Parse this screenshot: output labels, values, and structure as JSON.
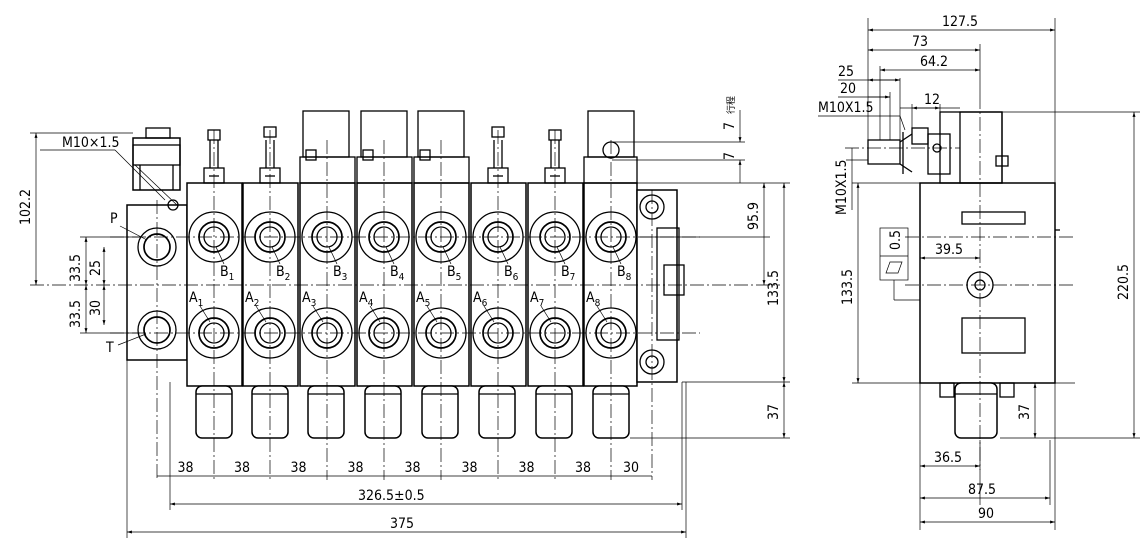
{
  "front_view": {
    "thread_label": "M10×1.5",
    "port_p": "P",
    "port_t": "T",
    "b_ports": [
      {
        "letter": "B",
        "sub": "1"
      },
      {
        "letter": "B",
        "sub": "2"
      },
      {
        "letter": "B",
        "sub": "3"
      },
      {
        "letter": "B",
        "sub": "4"
      },
      {
        "letter": "B",
        "sub": "5"
      },
      {
        "letter": "B",
        "sub": "6"
      },
      {
        "letter": "B",
        "sub": "7"
      },
      {
        "letter": "B",
        "sub": "8"
      }
    ],
    "a_ports": [
      {
        "letter": "A",
        "sub": "1"
      },
      {
        "letter": "A",
        "sub": "2"
      },
      {
        "letter": "A",
        "sub": "3"
      },
      {
        "letter": "A",
        "sub": "4"
      },
      {
        "letter": "A",
        "sub": "5"
      },
      {
        "letter": "A",
        "sub": "6"
      },
      {
        "letter": "A",
        "sub": "7"
      },
      {
        "letter": "A",
        "sub": "8"
      }
    ],
    "dimensions": {
      "left_height": "102.2",
      "p_offset": "33.5",
      "p_inner": "25",
      "t_offset": "33.5",
      "t_inner": "30",
      "stroke_top": "7",
      "stroke_top_note": "行程",
      "stroke_bottom": "7",
      "b_to_center": "95.9",
      "height_total": "133.5",
      "bottom_ext": "37",
      "pitches": [
        "38",
        "38",
        "38",
        "38",
        "38",
        "38",
        "38",
        "38"
      ],
      "end_pitch": "30",
      "overall_mount": "326.5±0.5",
      "overall_length": "375"
    }
  },
  "side_view": {
    "dimensions": {
      "width_127": "127.5",
      "width_73": "73",
      "width_64": "64.2",
      "d25": "25",
      "d20": "20",
      "thread": "M10X1.5",
      "d12": "12",
      "thread_vertical": "M10X1.5",
      "flatness": "0.5",
      "d39": "39.5",
      "height_133": "133.5",
      "height_220": "220.5",
      "bottom_37": "37",
      "d36": "36.5",
      "d87": "87.5",
      "d90": "90"
    }
  }
}
